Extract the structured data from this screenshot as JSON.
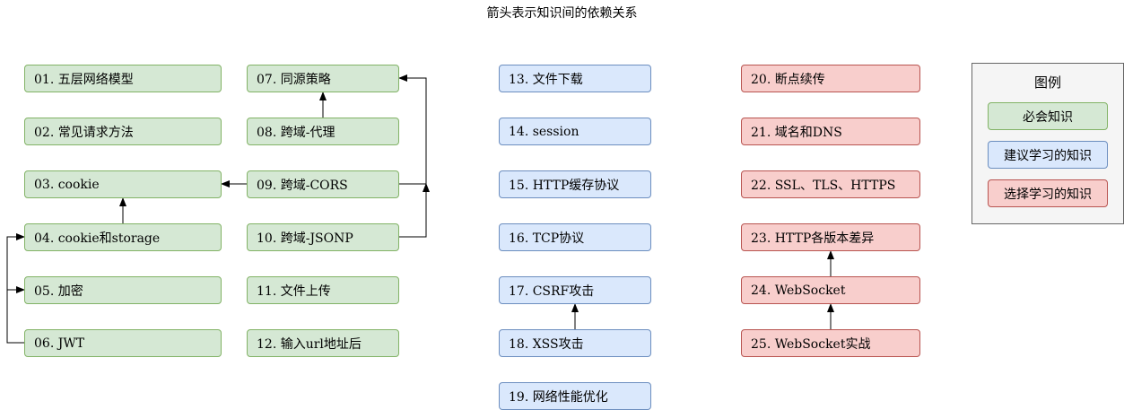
{
  "title": "箭头表示知识间的依赖关系",
  "colors": {
    "green_fill": "#d5e8d4",
    "green_stroke": "#82b366",
    "blue_fill": "#dae8fc",
    "blue_stroke": "#6c8ebf",
    "red_fill": "#f8cecc",
    "red_stroke": "#b85450",
    "legend_fill": "#f5f5f5",
    "legend_stroke": "#666666",
    "arrow": "#000000"
  },
  "nodes": {
    "n01": "01. 五层网络模型",
    "n02": "02. 常见请求方法",
    "n03": "03. cookie",
    "n04": "04. cookie和storage",
    "n05": "05. 加密",
    "n06": "06. JWT",
    "n07": "07. 同源策略",
    "n08": "08. 跨域-代理",
    "n09": "09. 跨域-CORS",
    "n10": "10. 跨域-JSONP",
    "n11": "11. 文件上传",
    "n12": "12. 输入url地址后",
    "n13": "13. 文件下载",
    "n14": "14. session",
    "n15": "15. HTTP缓存协议",
    "n16": "16. TCP协议",
    "n17": "17. CSRF攻击",
    "n18": "18. XSS攻击",
    "n19": "19. 网络性能优化",
    "n20": "20. 断点续传",
    "n21": "21. 域名和DNS",
    "n22": "22. SSL、TLS、HTTPS",
    "n23": "23. HTTP各版本差异",
    "n24": "24. WebSocket",
    "n25": "25. WebSocket实战"
  },
  "edges": [
    {
      "from": "n04",
      "to": "n03"
    },
    {
      "from": "n06",
      "to": "n04"
    },
    {
      "from": "n06",
      "to": "n05"
    },
    {
      "from": "n08",
      "to": "n07"
    },
    {
      "from": "n09",
      "to": "n07"
    },
    {
      "from": "n10",
      "to": "n07"
    },
    {
      "from": "n09",
      "to": "n03"
    },
    {
      "from": "n18",
      "to": "n17"
    },
    {
      "from": "n24",
      "to": "n23"
    },
    {
      "from": "n25",
      "to": "n24"
    }
  ],
  "legend": {
    "title": "图例",
    "items": [
      {
        "label": "必会知识",
        "color": "green"
      },
      {
        "label": "建议学习的知识",
        "color": "blue"
      },
      {
        "label": "选择学习的知识",
        "color": "red"
      }
    ]
  }
}
